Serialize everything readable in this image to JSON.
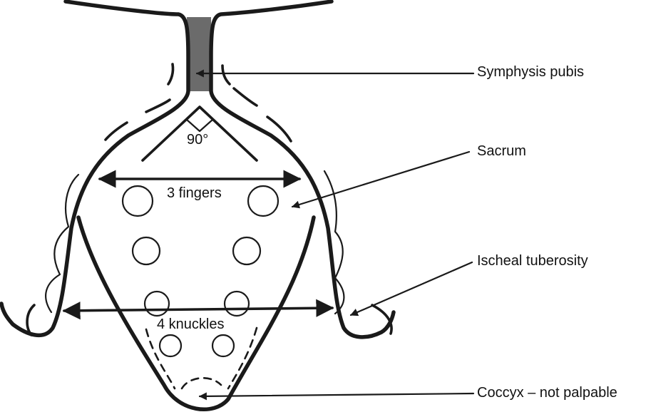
{
  "labels": {
    "symphysis": "Symphysis pubis",
    "sacrum": "Sacrum",
    "ischeal": "Ischeal tuberosity",
    "coccyx": "Coccyx – not palpable"
  },
  "measures": {
    "angle": "90°",
    "fingers": "3 fingers",
    "knuckles": "4 knuckles"
  },
  "colors": {
    "ink": "#1a1a1a",
    "symphysis_fill": "#6b6b6b"
  }
}
